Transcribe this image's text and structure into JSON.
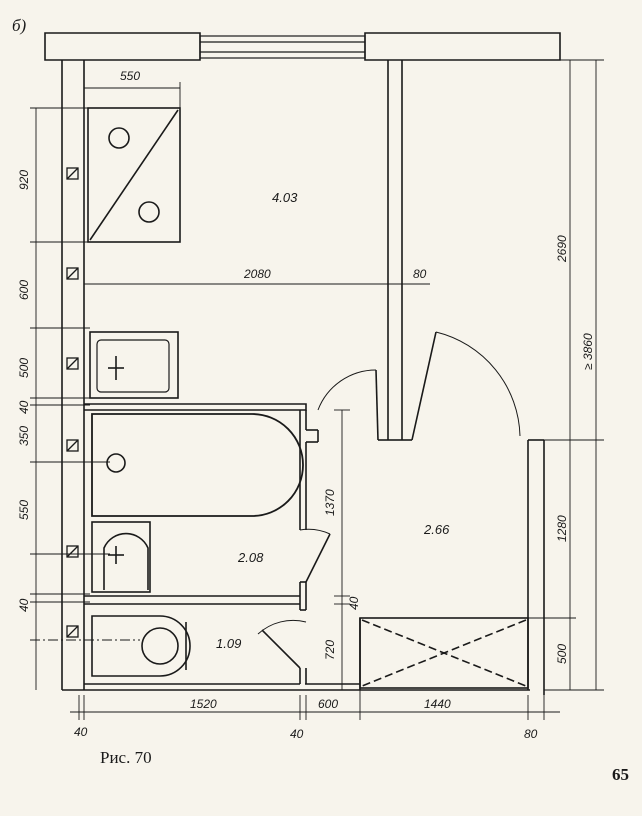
{
  "figure": {
    "subfigure_label": "б)",
    "caption": "Рис. 70",
    "page_number": "65"
  },
  "rooms": {
    "kitchen_area": "4.03",
    "hall_area": "2.66",
    "bathroom_area": "2.08",
    "toilet_area": "1.09"
  },
  "dimensions": {
    "stove_width": "550",
    "kitchen_width": "2080",
    "partition_thickness": "80",
    "left_920": "920",
    "left_600": "600",
    "left_500": "500",
    "left_40_top": "40",
    "left_350": "350",
    "left_550": "550",
    "left_40_bottom": "40",
    "inner_1370": "1370",
    "inner_40": "40",
    "inner_720": "720",
    "right_2690": "2690",
    "right_3860": "≥ 3860",
    "right_1280": "1280",
    "right_500": "500",
    "bottom_1520": "1520",
    "bottom_600": "600",
    "bottom_1440": "1440",
    "bottom_40_left": "40",
    "bottom_40_mid": "40",
    "bottom_80": "80"
  }
}
